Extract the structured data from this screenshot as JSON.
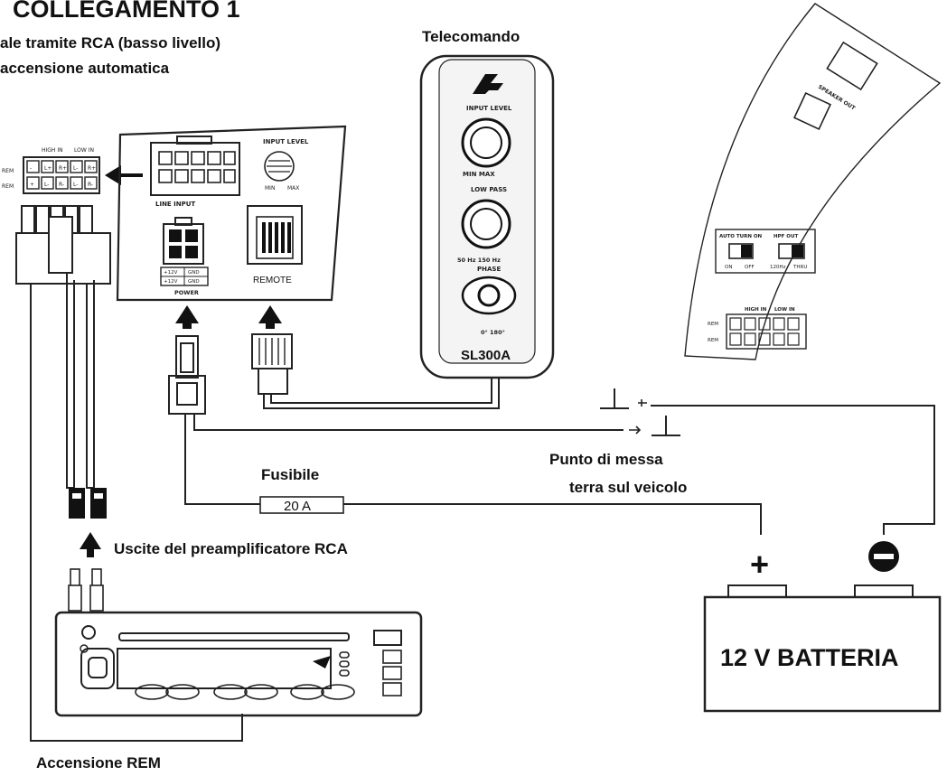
{
  "header": {
    "title": "COLLEGAMENTO 1",
    "line1": "ale tramite RCA (basso livello)",
    "line2": "accensione automatica"
  },
  "remote": {
    "title": "Telecomando",
    "input_level": "INPUT LEVEL",
    "min_max": "MIN  MAX",
    "low_pass": "LOW PASS",
    "freq": "50 Hz 150 Hz",
    "phase": "PHASE",
    "phase_vals": "0° 180°",
    "model": "SL300A"
  },
  "amp_panel": {
    "input_level": "INPUT LEVEL",
    "min": "MIN",
    "max": "MAX",
    "line_input": "LINE INPUT",
    "power": "POWER",
    "remote": "REMOTE",
    "power_pins": [
      "+12V",
      "GND",
      "+12V",
      "GND"
    ]
  },
  "connector": {
    "high_in": "HIGH IN",
    "low_in": "LOW IN",
    "rows": [
      "REM",
      "REM"
    ],
    "pins_top": [
      "-",
      "L+",
      "R+",
      "L-",
      "R+"
    ],
    "pins_bottom": [
      "+",
      "L-",
      "R-",
      "L-",
      "R-"
    ]
  },
  "side_panel": {
    "speaker_out": "SPEAKER OUT",
    "auto_turn_on": "AUTO TURN ON",
    "hpf_out": "HPF OUT",
    "on": "ON",
    "off": "OFF",
    "hz120": "120Hz",
    "thru": "THRU",
    "high_in": "HIGH IN",
    "low_in": "LOW IN",
    "rows": [
      "REM",
      "REM"
    ]
  },
  "labels": {
    "fuse_title": "Fusibile",
    "fuse_value": "20 A",
    "ground_line1": "Punto di messa",
    "ground_line2": "terra sul veicolo",
    "rca_outputs": "Uscite del preamplificatore RCA",
    "rem": "Accensione REM",
    "battery": "12 V BATTERIA",
    "plus": "+",
    "minus": "−"
  }
}
